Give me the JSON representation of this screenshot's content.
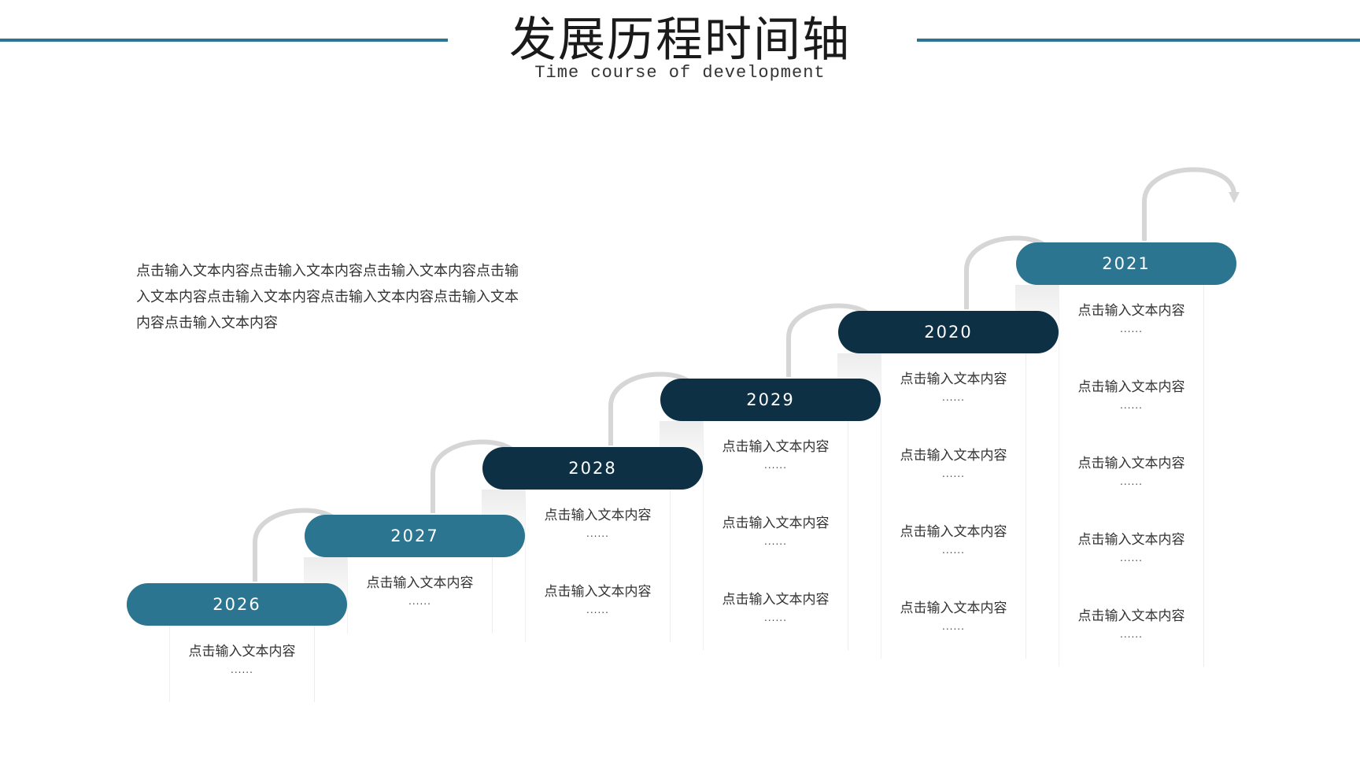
{
  "header": {
    "title": "发展历程时间轴",
    "subtitle": "Time course of development"
  },
  "intro_text": "点击输入文本内容点击输入文本内容点击输入文本内容点击输入文本内容点击输入文本内容点击输入文本内容点击输入文本内容点击输入文本内容",
  "colors": {
    "accent_light": "#2b7590",
    "accent_dark": "#0d3045",
    "arrow": "#d6d6d6"
  },
  "steps": [
    {
      "year": "2026",
      "tone": "light",
      "items": [
        {
          "text": "点击输入文本内容",
          "dots": "......"
        }
      ]
    },
    {
      "year": "2027",
      "tone": "light",
      "items": [
        {
          "text": "点击输入文本内容",
          "dots": "......"
        }
      ]
    },
    {
      "year": "2028",
      "tone": "dark",
      "items": [
        {
          "text": "点击输入文本内容",
          "dots": "......"
        },
        {
          "text": "点击输入文本内容",
          "dots": "......"
        }
      ]
    },
    {
      "year": "2029",
      "tone": "dark",
      "items": [
        {
          "text": "点击输入文本内容",
          "dots": "......"
        },
        {
          "text": "点击输入文本内容",
          "dots": "......"
        },
        {
          "text": "点击输入文本内容",
          "dots": "......"
        }
      ]
    },
    {
      "year": "2020",
      "tone": "dark",
      "items": [
        {
          "text": "点击输入文本内容",
          "dots": "......"
        },
        {
          "text": "点击输入文本内容",
          "dots": "......"
        },
        {
          "text": "点击输入文本内容",
          "dots": "......"
        },
        {
          "text": "点击输入文本内容",
          "dots": "......"
        }
      ]
    },
    {
      "year": "2021",
      "tone": "light",
      "items": [
        {
          "text": "点击输入文本内容",
          "dots": "......"
        },
        {
          "text": "点击输入文本内容",
          "dots": "......"
        },
        {
          "text": "点击输入文本内容",
          "dots": "......"
        },
        {
          "text": "点击输入文本内容",
          "dots": "......"
        },
        {
          "text": "点击输入文本内容",
          "dots": "......"
        }
      ]
    }
  ]
}
